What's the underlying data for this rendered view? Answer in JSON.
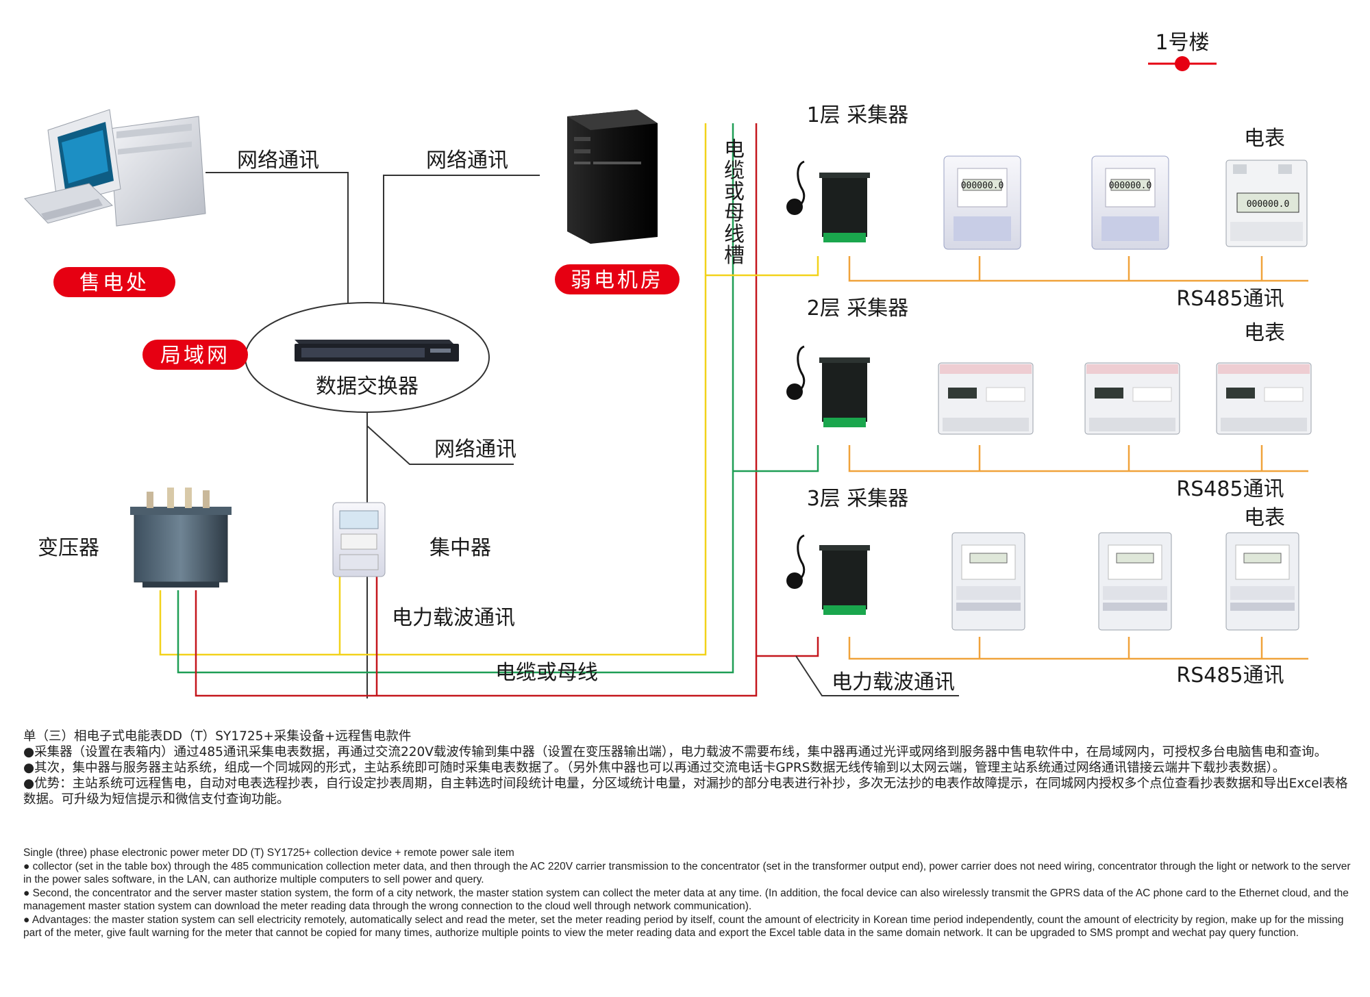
{
  "building_label": "1号楼",
  "labels": {
    "net_comm_1": "网络通讯",
    "net_comm_2": "网络通讯",
    "net_comm_3": "网络通讯",
    "sales_office": "售电处",
    "server_room": "弱电机房",
    "lan": "局域网",
    "switch": "数据交换器",
    "cable_vertical": "电缆或母线槽",
    "transformer": "变压器",
    "concentrator": "集中器",
    "plc_comm_1": "电力载波通讯",
    "plc_comm_2": "电力载波通讯",
    "cable_bus": "电缆或母线"
  },
  "floors": [
    {
      "collector": "1层 采集器",
      "meter_label": "电表",
      "bus_label": "RS485通讯",
      "reading": "000000.0"
    },
    {
      "collector": "2层 采集器",
      "meter_label": "电表",
      "bus_label": "RS485通讯"
    },
    {
      "collector": "3层 采集器",
      "meter_label": "电表",
      "bus_label": "RS485通讯"
    }
  ],
  "description_cn": [
    "单（三）相电子式电能表DD（T）SY1725+采集设备+远程售电款件",
    "●采集器（设置在表箱内）通过485通讯采集电表数据，再通过交流220V载波传输到集中器（设置在变压器输出端），电力载波不需要布线，集中器再通过光评或网络到服务器中售电软件中，在局域网内，可授权多台电脑售电和查询。",
    "●其次，集中器与服务器主站系统，组成一个同城网的形式，主站系统即可随时采集电表数据了。（另外焦中器也可以再通过交流电话卡GPRS数据无线传输到以太网云端，管理主站系统通过网络通讯错接云端井下载抄表数据）。",
    "●优势：主站系统可远程售电，自动对电表选程抄表，自行设定抄表周期，自主韩选时间段统计电量，分区域统计电量，对漏抄的部分电表进行补抄，多次无法抄的电表作故障提示，在同城网内授权多个点位查看抄表数据和导出Excel表格数据。可升级为短信提示和微信支付查询功能。"
  ],
  "description_en": [
    "Single (three) phase electronic power meter DD (T) SY1725+ collection device + remote power sale item",
    "● collector (set in the table box) through the 485 communication collection meter data, and then through the AC 220V carrier transmission to the concentrator (set in the transformer output end), power carrier does not need wiring, concentrator through the light or network to the server in the power sales software, in the LAN, can authorize multiple computers to sell power and query.",
    "● Second, the concentrator and the server master station system, the form of a city network, the master station system can collect the meter data at any time. (In addition, the focal device can also wirelessly transmit the GPRS data of the AC phone card to the Ethernet cloud, and the management master station system can download the meter reading data through the wrong connection to the cloud well through network communication).",
    "● Advantages: the master station system can sell electricity remotely, automatically select and read the meter, set the meter reading period by itself, count the amount of electricity in Korean time period independently, count the amount of electricity by region, make up for the missing part of the meter, give fault warning for the meter that cannot be copied for many times, authorize multiple points to view the meter reading data and export the Excel table data in the same domain network. It can be upgraded to SMS prompt and wechat pay query function."
  ],
  "colors": {
    "red_pill": "#e60012",
    "yellow_wire": "#f2d21a",
    "green_wire": "#1e9e55",
    "red_wire": "#c4161c",
    "orange_bus": "#f0a23a",
    "line_dark": "#333333"
  }
}
